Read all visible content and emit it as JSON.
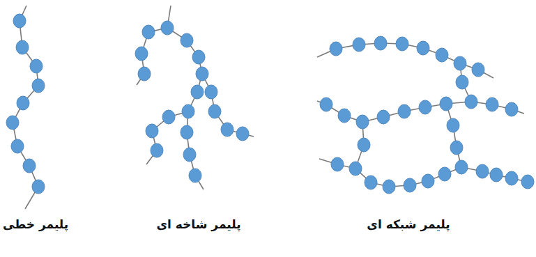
{
  "diagram": {
    "labels": [
      "پلیمر خطی",
      "پلیمر شاخه ای",
      "پلیمر شبکه ای"
    ]
  }
}
